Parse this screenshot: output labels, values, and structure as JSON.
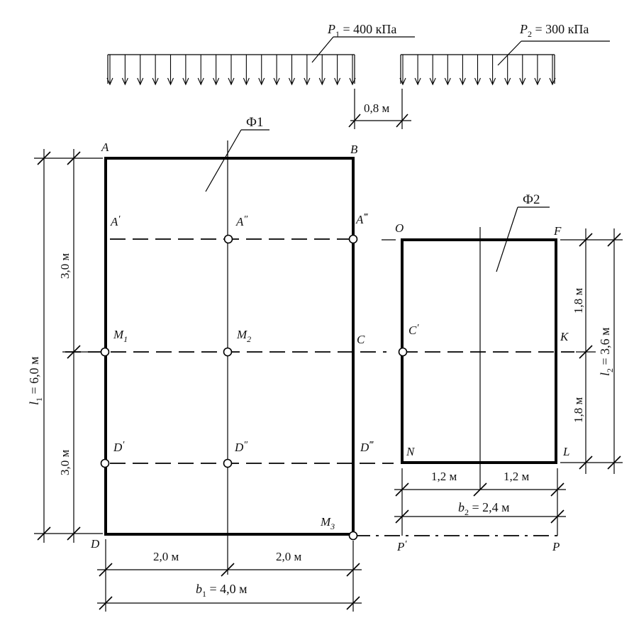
{
  "loads": {
    "p1": {
      "sym": "P",
      "sub": "1",
      "val": " = 400 кПа"
    },
    "p2": {
      "sym": "P",
      "sub": "2",
      "val": " = 300 кПа"
    },
    "gap": "0,8 м"
  },
  "foundations": {
    "f1": "Ф1",
    "f2": "Ф2"
  },
  "points": {
    "A": "A",
    "B": "B",
    "D": "D",
    "A1": "A",
    "A1_mark": "′",
    "A2": "A",
    "A2_mark": "″",
    "A3": "A",
    "A3_mark": "‴",
    "M1": "M",
    "M1_sub": "1",
    "M2": "M",
    "M2_sub": "2",
    "M3": "M",
    "M3_sub": "3",
    "C": "C",
    "C1": "C",
    "C1_mark": "′",
    "D1": "D",
    "D1_mark": "′",
    "D2": "D",
    "D2_mark": "″",
    "D3": "D",
    "D3_mark": "‴",
    "O": "O",
    "F": "F",
    "K": "K",
    "N": "N",
    "L": "L",
    "P1": "P",
    "P1_mark": "′",
    "P": "P"
  },
  "dims": {
    "l1_sym": "l",
    "l1_sub": "1",
    "l1_val": " = 6,0 м",
    "h_top": "3,0 м",
    "h_bot": "3,0 м",
    "b_left": "2,0 м",
    "b_right": "2,0 м",
    "b1_sym": "b",
    "b1_sub": "1",
    "b1_val": " = 4,0 м",
    "f2_top": "1,8 м",
    "f2_bot": "1,8 м",
    "l2_sym": "l",
    "l2_sub": "2",
    "l2_val": " = 3,6 м",
    "b2_left": "1,2 м",
    "b2_right": "1,2 м",
    "b2_sym": "b",
    "b2_sub": "2",
    "b2_val": " = 2,4 м"
  }
}
